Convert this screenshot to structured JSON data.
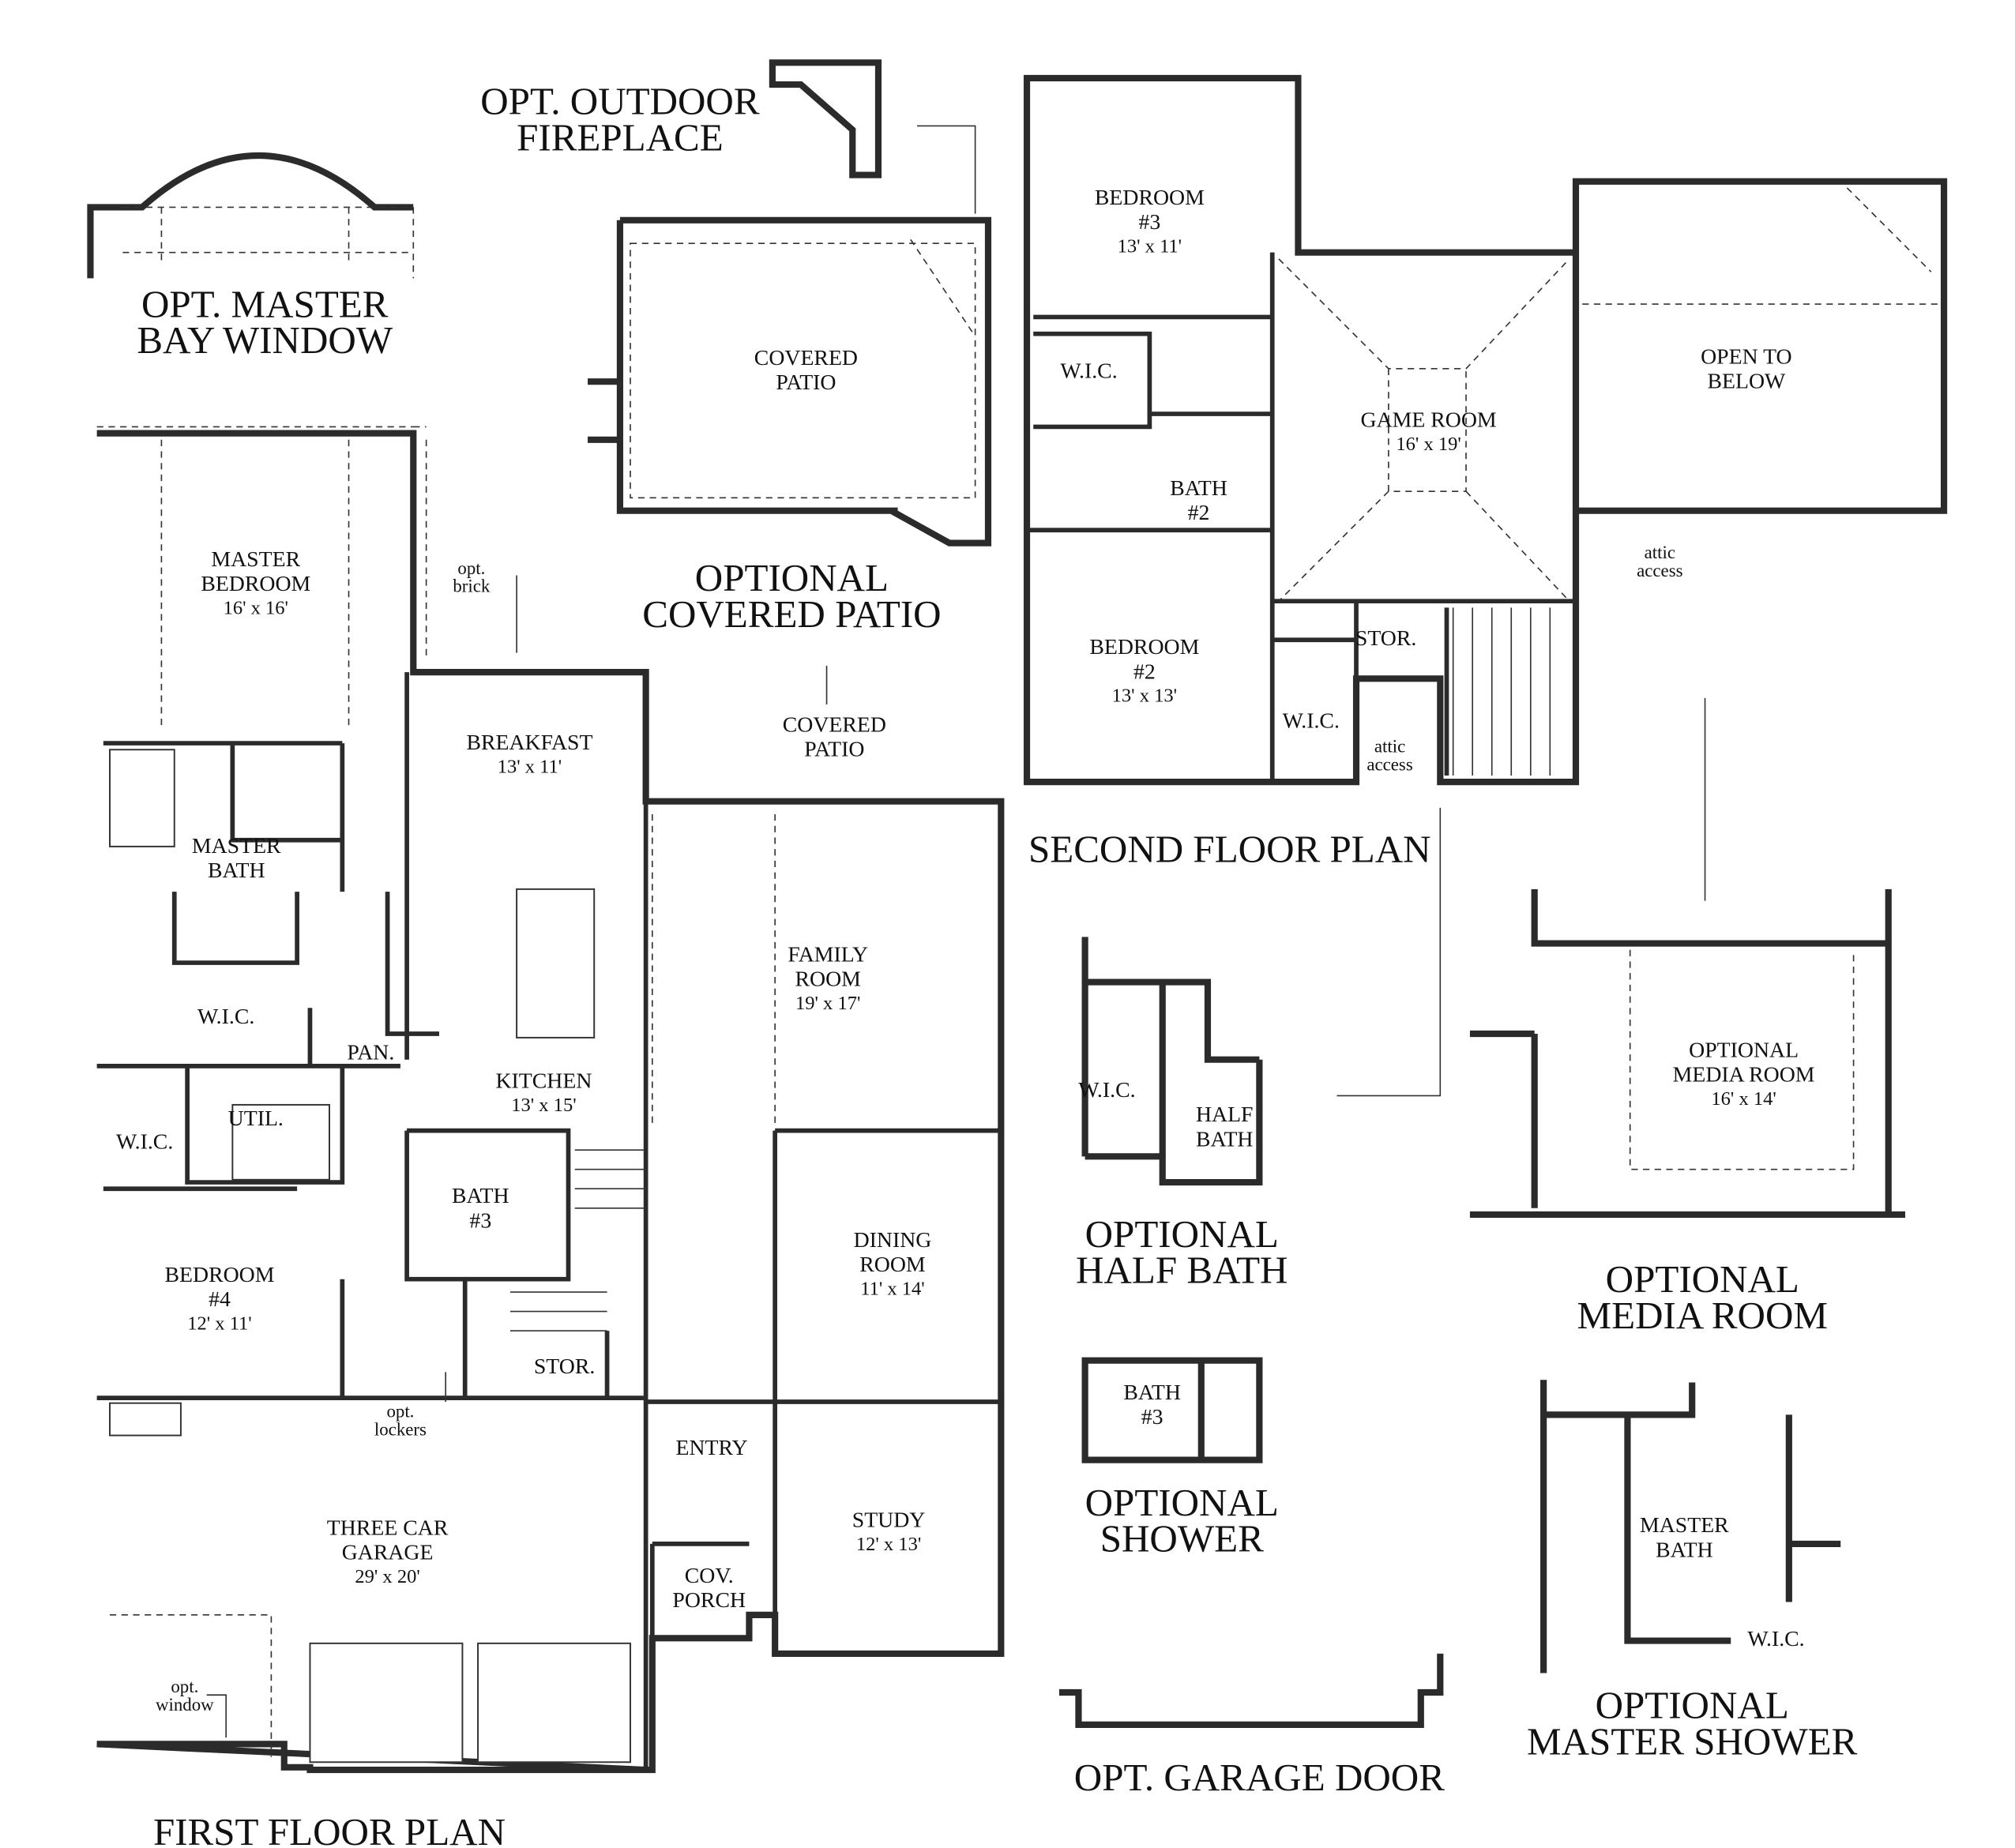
{
  "titles": {
    "bay_window": [
      "OPT. MASTER",
      "BAY WINDOW"
    ],
    "outdoor_fireplace": [
      "OPT. OUTDOOR",
      "FIREPLACE"
    ],
    "covered_patio": [
      "OPTIONAL",
      "COVERED PATIO"
    ],
    "second_floor": [
      "SECOND FLOOR PLAN"
    ],
    "first_floor": [
      "FIRST FLOOR PLAN"
    ],
    "half_bath": [
      "OPTIONAL",
      "HALF BATH"
    ],
    "shower": [
      "OPTIONAL",
      "SHOWER"
    ],
    "media_room": [
      "OPTIONAL",
      "MEDIA ROOM"
    ],
    "master_shower": [
      "OPTIONAL",
      "MASTER SHOWER"
    ],
    "garage_door": [
      "OPT. GARAGE DOOR"
    ]
  },
  "rooms": [
    {
      "name": [
        "MASTER",
        "BEDROOM"
      ],
      "dims": "16' x 16'"
    },
    {
      "name": [
        "MASTER",
        "BATH"
      ],
      "dims": ""
    },
    {
      "name": [
        "W.I.C."
      ],
      "dims": ""
    },
    {
      "name": [
        "UTIL."
      ],
      "dims": ""
    },
    {
      "name": [
        "W.I.C."
      ],
      "dims": ""
    },
    {
      "name": [
        "BEDROOM",
        "#4"
      ],
      "dims": "12' x 11'"
    },
    {
      "name": [
        "PAN."
      ],
      "dims": ""
    },
    {
      "name": [
        "BREAKFAST"
      ],
      "dims": "13' x 11'"
    },
    {
      "name": [
        "KITCHEN"
      ],
      "dims": "13' x 15'"
    },
    {
      "name": [
        "BATH",
        "#3"
      ],
      "dims": ""
    },
    {
      "name": [
        "STOR."
      ],
      "dims": ""
    },
    {
      "name": [
        "THREE CAR",
        "GARAGE"
      ],
      "dims": "29' x 20'"
    },
    {
      "name": [
        "ENTRY"
      ],
      "dims": ""
    },
    {
      "name": [
        "COV.",
        "PORCH"
      ],
      "dims": ""
    },
    {
      "name": [
        "STUDY"
      ],
      "dims": "12' x 13'"
    },
    {
      "name": [
        "DINING",
        "ROOM"
      ],
      "dims": "11' x 14'"
    },
    {
      "name": [
        "FAMILY",
        "ROOM"
      ],
      "dims": "19' x 17'"
    },
    {
      "name": [
        "COVERED",
        "PATIO"
      ],
      "dims": ""
    },
    {
      "name": [
        "COVERED",
        "PATIO"
      ],
      "dims": ""
    },
    {
      "name": [
        "BEDROOM",
        "#3"
      ],
      "dims": "13' x 11'"
    },
    {
      "name": [
        "W.I.C."
      ],
      "dims": ""
    },
    {
      "name": [
        "BATH",
        "#2"
      ],
      "dims": ""
    },
    {
      "name": [
        "GAME ROOM"
      ],
      "dims": "16' x 19'"
    },
    {
      "name": [
        "OPEN TO",
        "BELOW"
      ],
      "dims": ""
    },
    {
      "name": [
        "BEDROOM",
        "#2"
      ],
      "dims": "13' x 13'"
    },
    {
      "name": [
        "STOR."
      ],
      "dims": ""
    },
    {
      "name": [
        "W.I.C."
      ],
      "dims": ""
    },
    {
      "name": [
        "W.I.C."
      ],
      "dims": ""
    },
    {
      "name": [
        "HALF",
        "BATH"
      ],
      "dims": ""
    },
    {
      "name": [
        "BATH",
        "#3"
      ],
      "dims": ""
    },
    {
      "name": [
        "OPTIONAL",
        "MEDIA ROOM"
      ],
      "dims": "16' x 14'"
    },
    {
      "name": [
        "MASTER",
        "BATH"
      ],
      "dims": ""
    },
    {
      "name": [
        "W.I.C."
      ],
      "dims": ""
    }
  ],
  "notes": [
    [
      "opt.",
      "brick"
    ],
    [
      "opt.",
      "lockers"
    ],
    [
      "opt.",
      "window"
    ],
    [
      "attic",
      "access"
    ],
    [
      "attic",
      "access"
    ]
  ]
}
